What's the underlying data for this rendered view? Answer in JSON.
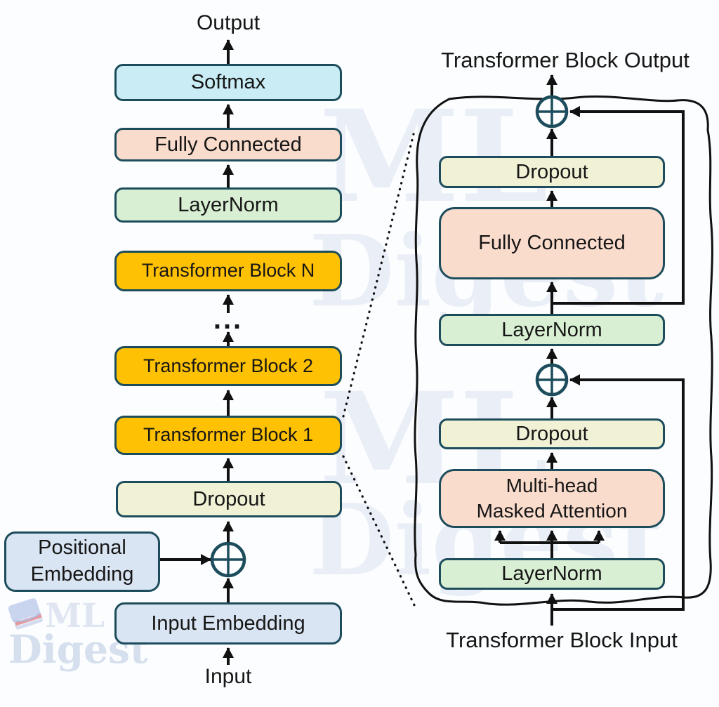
{
  "diagram": {
    "output_label": "Output",
    "input_label": "Input",
    "ellipsis": "...",
    "stack": {
      "softmax": "Softmax",
      "fully_connected": "Fully Connected",
      "layernorm": "LayerNorm",
      "transformer_block_n": "Transformer Block N",
      "transformer_block_2": "Transformer Block 2",
      "transformer_block_1": "Transformer Block 1",
      "dropout": "Dropout",
      "positional_embedding_line1": "Positional",
      "positional_embedding_line2": "Embedding",
      "input_embedding": "Input Embedding"
    },
    "block_detail": {
      "title_output": "Transformer Block Output",
      "title_input": "Transformer Block Input",
      "dropout_top": "Dropout",
      "fully_connected": "Fully Connected",
      "layernorm_mid": "LayerNorm",
      "dropout_bottom": "Dropout",
      "attention_line1": "Multi-head",
      "attention_line2": "Masked Attention",
      "layernorm_bottom": "LayerNorm"
    }
  },
  "watermark": {
    "ml": "ML",
    "digest": "Digest"
  },
  "colors": {
    "page_bg": "#fcfdfe",
    "box_border": "#1d4d5c",
    "arrow": "#111111",
    "softmax_fill": "#c9ecf5",
    "fully_connected_fill": "#fadccd",
    "layernorm_fill": "#d8efd3",
    "transformer_block_fill": "#ffc103",
    "dropout_fill": "#f1f1d6",
    "embedding_fill": "#d9e5f3",
    "watermark_faint": "#e9eef7",
    "watermark_ml": "#dfe6f2",
    "watermark_digest": "#d5dfee"
  }
}
